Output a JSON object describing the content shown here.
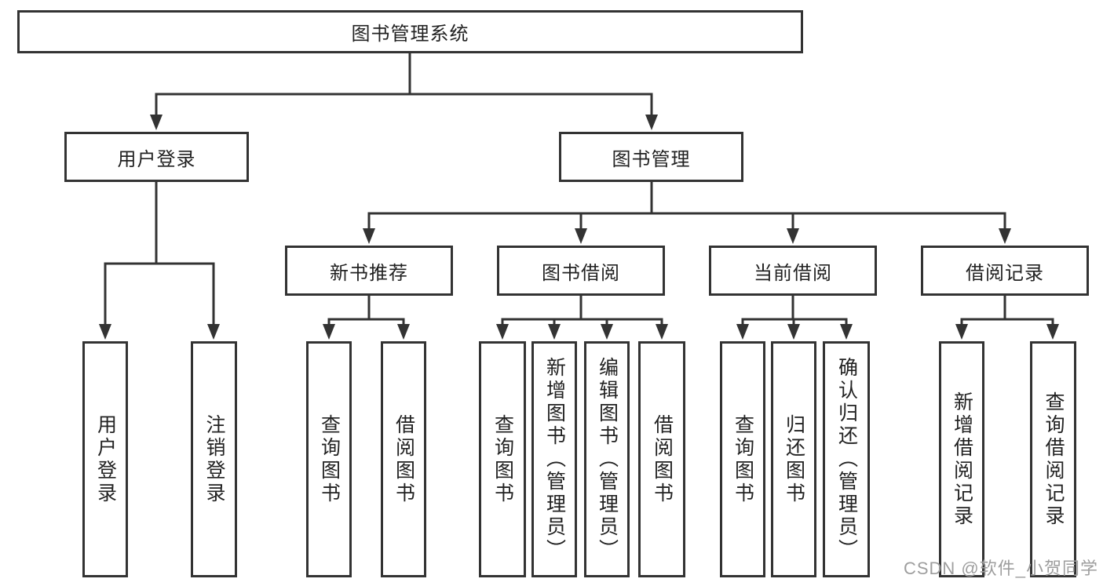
{
  "tree": {
    "root": {
      "label": "图书管理系统"
    },
    "branches": [
      {
        "label": "用户登录",
        "children": [
          {
            "label": "用户登录"
          },
          {
            "label": "注销登录"
          }
        ]
      },
      {
        "label": "图书管理",
        "children": [
          {
            "label": "新书推荐",
            "children": [
              {
                "label": "查询图书"
              },
              {
                "label": "借阅图书"
              }
            ]
          },
          {
            "label": "图书借阅",
            "children": [
              {
                "label": "查询图书"
              },
              {
                "label": "新增图书（管理员）"
              },
              {
                "label": "编辑图书（管理员）"
              },
              {
                "label": "借阅图书"
              }
            ]
          },
          {
            "label": "当前借阅",
            "children": [
              {
                "label": "查询图书"
              },
              {
                "label": "归还图书"
              },
              {
                "label": "确认归还（管理员）"
              }
            ]
          },
          {
            "label": "借阅记录",
            "children": [
              {
                "label": "新增借阅记录"
              },
              {
                "label": "查询借阅记录"
              }
            ]
          }
        ]
      }
    ]
  },
  "watermark": {
    "text": "CSDN @软件_小贺同学"
  },
  "colors": {
    "line": "#333333",
    "border": "#333333",
    "text": "#222222",
    "watermark": "#9e9e9e",
    "background": "#ffffff"
  }
}
